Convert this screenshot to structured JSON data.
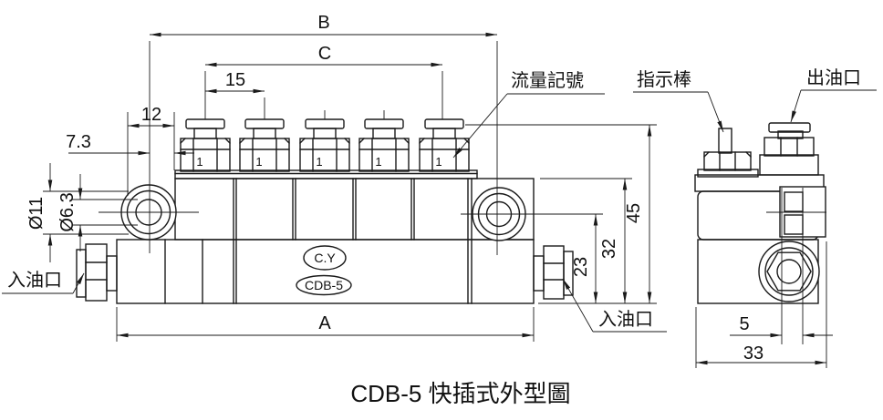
{
  "drawing": {
    "title": "CDB-5 快插式外型圖",
    "labels": {
      "flow_mark": "流量記號",
      "indicator_rod": "指示棒",
      "oil_outlet": "出油口",
      "oil_inlet_left": "入油口",
      "oil_inlet_right": "入油口"
    },
    "dims": {
      "B": "B",
      "C": "C",
      "pitch": "15",
      "end_offset": "12",
      "edge_offset": "7.3",
      "boss_dia": "Ø11",
      "hole_dia": "Ø6.3",
      "A": "A",
      "h23": "23",
      "h32": "32",
      "h45": "45",
      "w5": "5",
      "w33": "33"
    },
    "markings": {
      "brand": "C.Y",
      "model": "CDB-5"
    },
    "port_marks": [
      "1",
      "1",
      "1",
      "1",
      "1"
    ],
    "colors": {
      "line": "#1a1a1a",
      "background": "#ffffff"
    }
  }
}
